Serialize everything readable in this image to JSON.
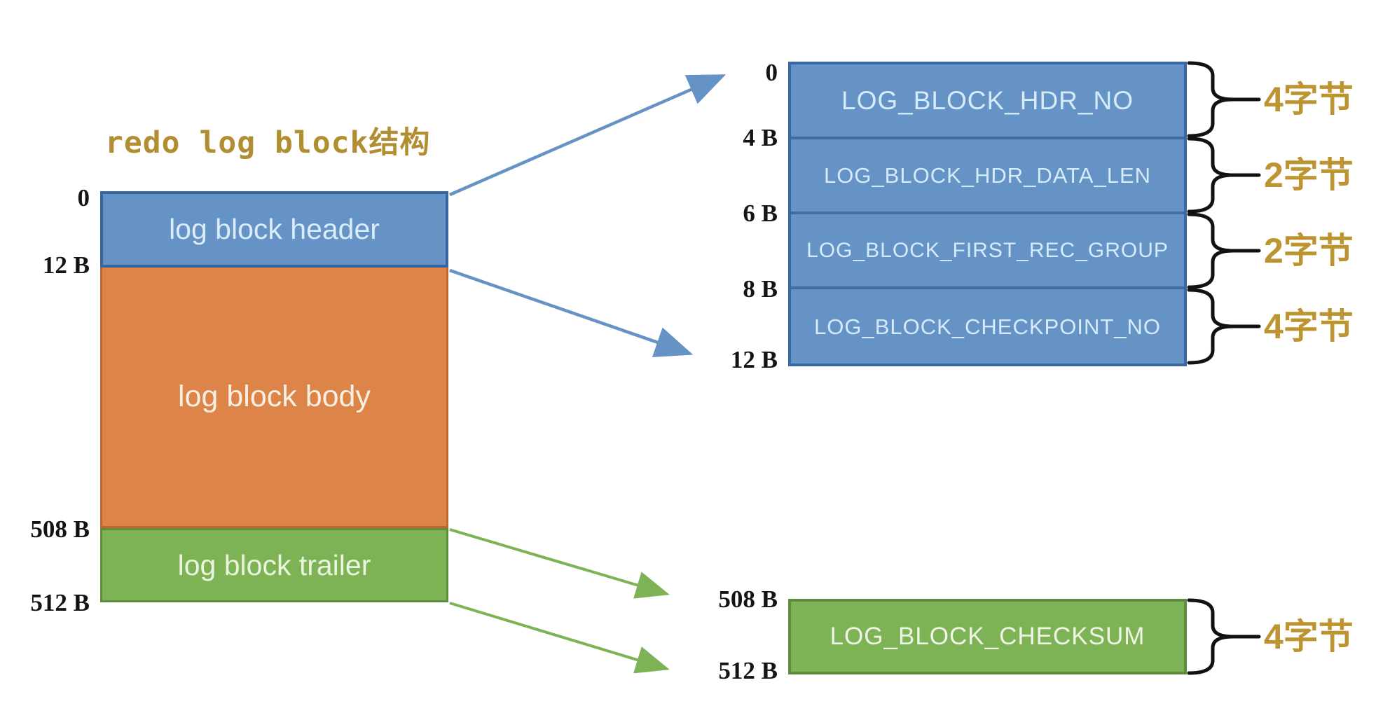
{
  "title": "redo log block结构",
  "palette": {
    "blue": "#6593c5",
    "blue_border": "#3a67a5",
    "orange": "#dd8449",
    "orange_border": "#bc6630",
    "green": "#7db354",
    "green_border": "#5c8c3c",
    "gold": "#bd9530",
    "title_gold": "#b28e33",
    "offset_black": "#141414",
    "light_blue_text": "#d5ebfb",
    "light_green_text": "#eef5e6"
  },
  "left_block": {
    "segments": [
      {
        "label": "log block header"
      },
      {
        "label": "log block body"
      },
      {
        "label": "log block trailer"
      }
    ],
    "offsets": [
      "0",
      "12 B",
      "508 B",
      "512 B"
    ]
  },
  "header_detail": {
    "offsets": [
      "0",
      "4 B",
      "6 B",
      "8 B",
      "12 B"
    ],
    "rows": [
      {
        "field": "LOG_BLOCK_HDR_NO",
        "size": "4字节"
      },
      {
        "field": "LOG_BLOCK_HDR_DATA_LEN",
        "size": "2字节"
      },
      {
        "field": "LOG_BLOCK_FIRST_REC_GROUP",
        "size": "2字节"
      },
      {
        "field": "LOG_BLOCK_CHECKPOINT_NO",
        "size": "4字节"
      }
    ]
  },
  "trailer_detail": {
    "offsets": [
      "508 B",
      "512 B"
    ],
    "row": {
      "field": "LOG_BLOCK_CHECKSUM",
      "size": "4字节"
    }
  }
}
